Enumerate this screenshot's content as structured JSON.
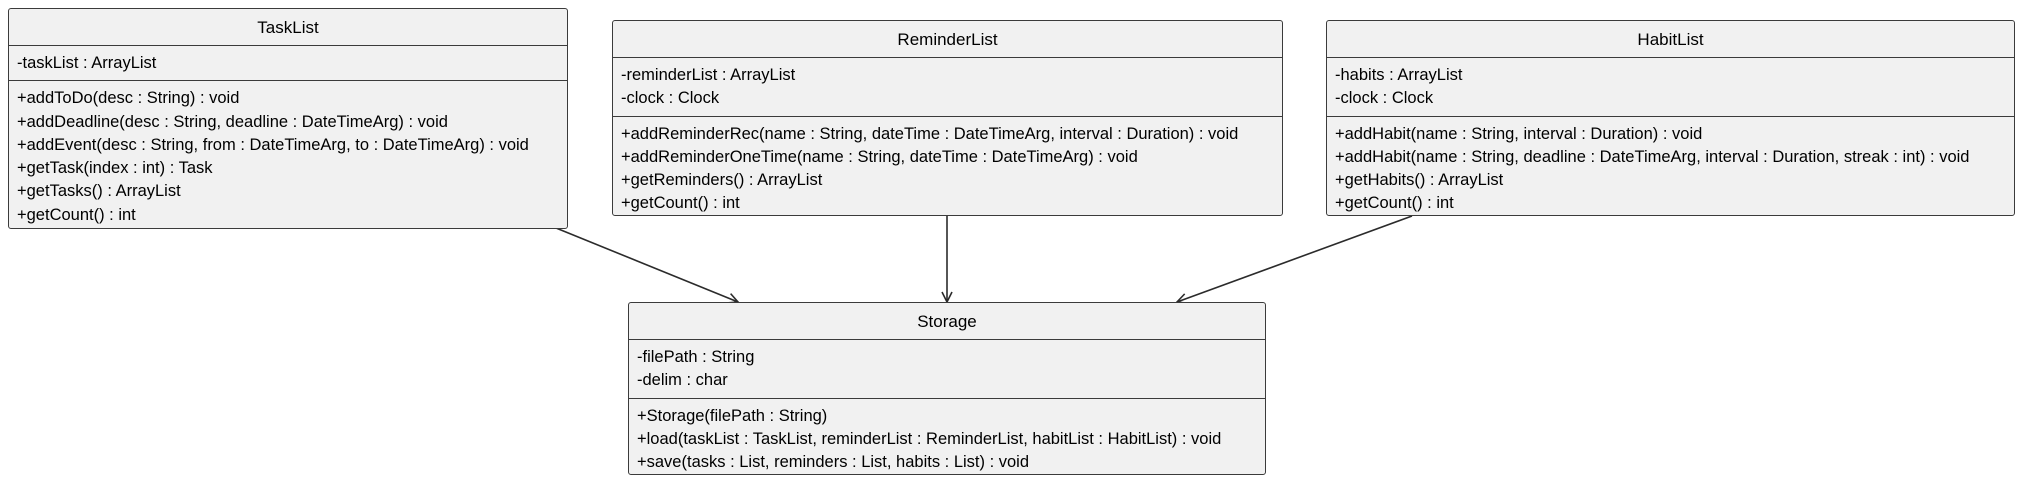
{
  "diagram": {
    "classes": [
      {
        "id": "tasklist",
        "name": "TaskList",
        "attributes": [
          "-taskList : ArrayList"
        ],
        "methods": [
          "+addToDo(desc : String) : void",
          "+addDeadline(desc : String, deadline : DateTimeArg) : void",
          "+addEvent(desc : String, from : DateTimeArg, to : DateTimeArg) : void",
          "+getTask(index : int) : Task",
          "+getTasks() : ArrayList",
          "+getCount() : int"
        ]
      },
      {
        "id": "reminderlist",
        "name": "ReminderList",
        "attributes": [
          "-reminderList : ArrayList",
          "-clock : Clock"
        ],
        "methods": [
          "+addReminderRec(name : String, dateTime : DateTimeArg, interval : Duration) : void",
          "+addReminderOneTime(name : String, dateTime : DateTimeArg) : void",
          "+getReminders() : ArrayList",
          "+getCount() : int"
        ]
      },
      {
        "id": "habitlist",
        "name": "HabitList",
        "attributes": [
          "-habits : ArrayList",
          "-clock : Clock"
        ],
        "methods": [
          "+addHabit(name : String, interval : Duration) : void",
          "+addHabit(name : String, deadline : DateTimeArg, interval : Duration, streak : int) : void",
          "+getHabits() : ArrayList",
          "+getCount() : int"
        ]
      },
      {
        "id": "storage",
        "name": "Storage",
        "attributes": [
          "-filePath : String",
          "-delim : char"
        ],
        "methods": [
          "+Storage(filePath : String)",
          "+load(taskList : TaskList, reminderList : ReminderList, habitList : HabitList) : void",
          "+save(tasks : List, reminders : List, habits : List) : void"
        ]
      }
    ],
    "edges": [
      {
        "from": "tasklist",
        "to": "storage"
      },
      {
        "from": "reminderlist",
        "to": "storage"
      },
      {
        "from": "habitlist",
        "to": "storage"
      }
    ],
    "colors": {
      "box_fill": "#f1f1f1",
      "box_border": "#3b3b3b",
      "edge": "#2b2b2b",
      "background": "#ffffff"
    }
  }
}
